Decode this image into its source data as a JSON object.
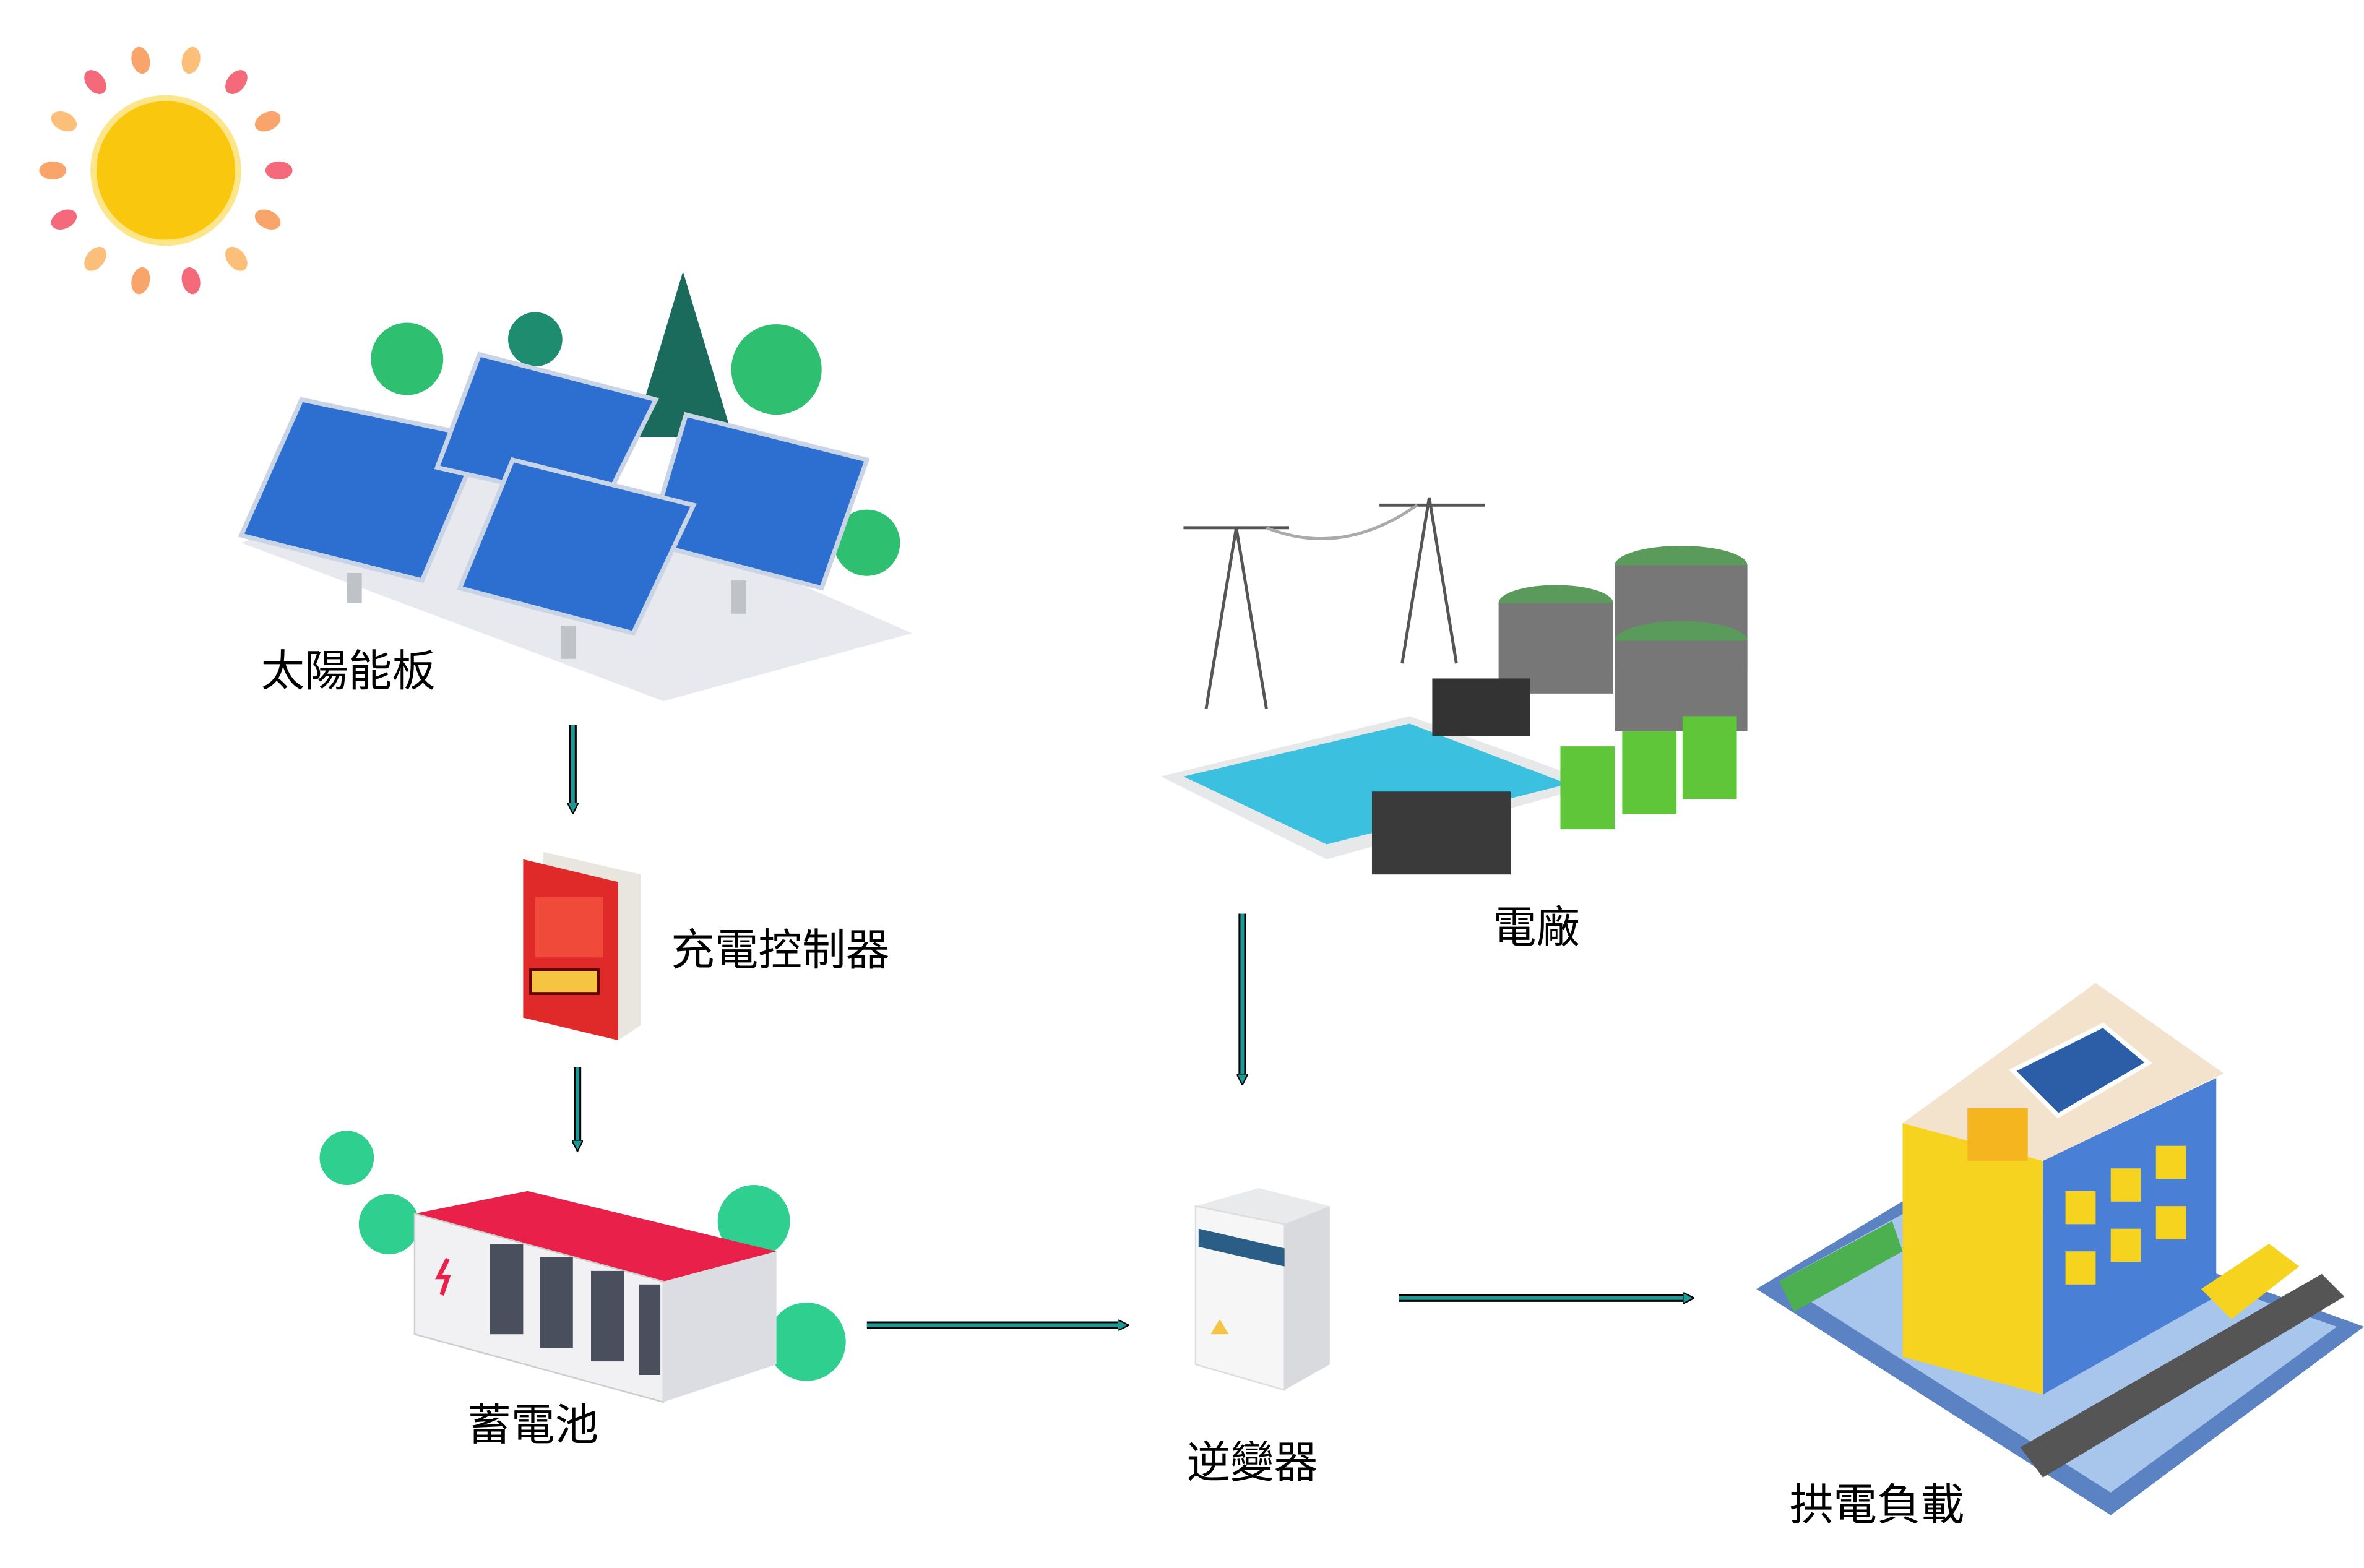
{
  "labels": {
    "solar_panel": "太陽能板",
    "charge_controller": "充電控制器",
    "battery": "蓄電池",
    "power_plant": "電廠",
    "inverter": "逆變器",
    "load": "拱電負載"
  },
  "colors": {
    "arrow_fill": "#1a9a96",
    "arrow_outline": "#000000",
    "sun": "#f9c80e",
    "panel": "#2d6fd0",
    "controller": "#e02a2a",
    "battery_top": "#e8204a",
    "water": "#3cc0e0",
    "tank_green": "#5fc63a",
    "building_yellow": "#f5d31e",
    "building_blue": "#4a7fd6"
  }
}
